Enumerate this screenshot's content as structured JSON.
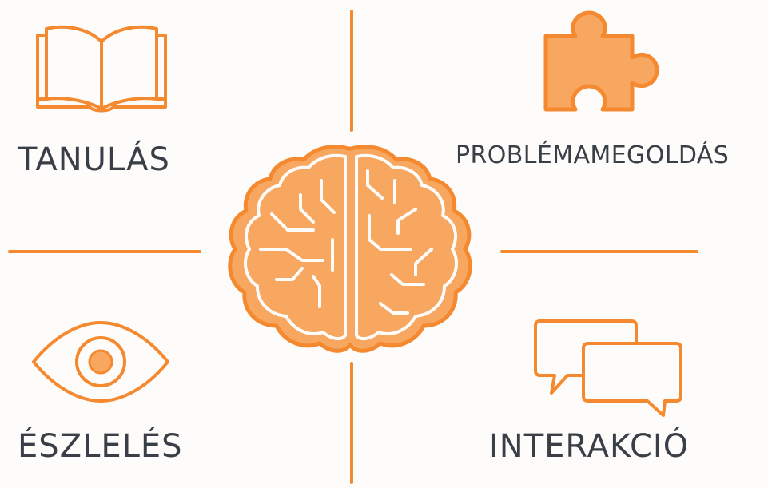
{
  "diagram": {
    "center": {
      "icon": "brain-icon"
    },
    "quadrants": {
      "top_left": {
        "label": "TANULÁS",
        "icon": "book-icon"
      },
      "top_right": {
        "label": "PROBLÉMAMEGOLDÁS",
        "icon": "puzzle-piece-icon"
      },
      "bottom_left": {
        "label": "ÉSZLELÉS",
        "icon": "eye-icon"
      },
      "bottom_right": {
        "label": "INTERAKCIÓ",
        "icon": "chat-bubbles-icon"
      }
    }
  },
  "colors": {
    "accent": "#f5892f",
    "fill": "#f7a760",
    "text": "#3a3f47",
    "background": "#fdfcfa"
  }
}
